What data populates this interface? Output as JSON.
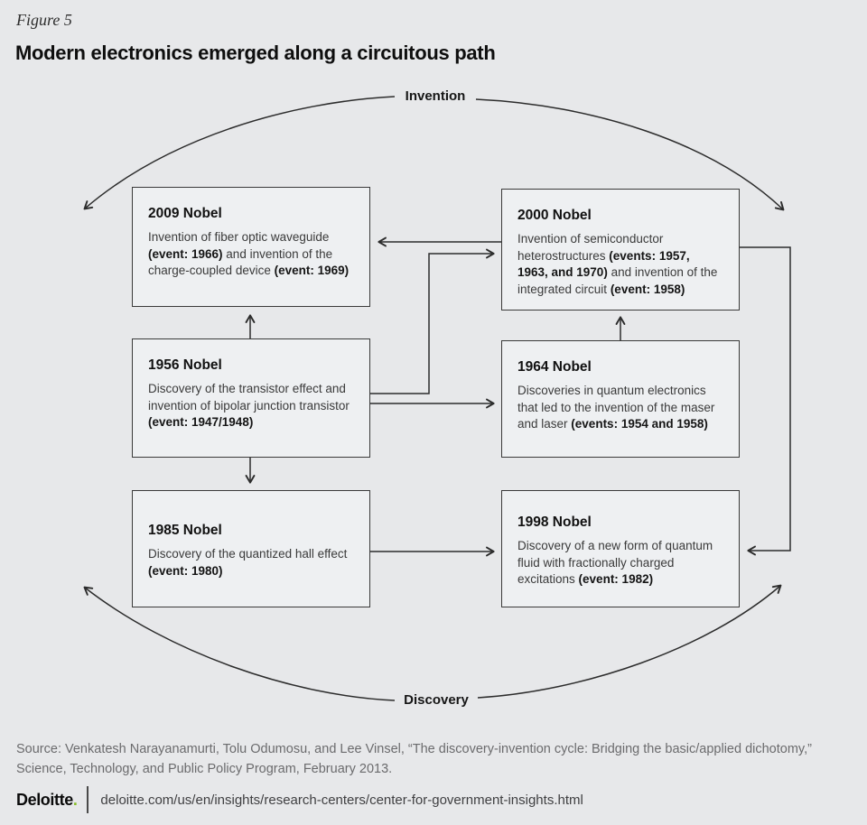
{
  "figure_label": "Figure 5",
  "title": "Modern electronics emerged along a circuitous path",
  "cycle_labels": {
    "top": "Invention",
    "bottom": "Discovery"
  },
  "boxes": [
    {
      "id": "nobel-2009",
      "title": "2009 Nobel",
      "body": [
        {
          "t": "Invention of fiber optic waveguide ",
          "b": false
        },
        {
          "t": "(event: 1966)",
          "b": true
        },
        {
          "t": " and invention of the charge-coupled device ",
          "b": false
        },
        {
          "t": "(event: 1969)",
          "b": true
        }
      ]
    },
    {
      "id": "nobel-2000",
      "title": "2000 Nobel",
      "body": [
        {
          "t": "Invention of semiconductor heterostructures ",
          "b": false
        },
        {
          "t": "(events: 1957, 1963, and 1970)",
          "b": true
        },
        {
          "t": " and invention of the integrated circuit ",
          "b": false
        },
        {
          "t": "(event: 1958)",
          "b": true
        }
      ]
    },
    {
      "id": "nobel-1956",
      "title": "1956 Nobel",
      "body": [
        {
          "t": "Discovery of the transistor effect and invention of bipolar junction transistor ",
          "b": false
        },
        {
          "t": "(event: 1947/1948)",
          "b": true
        }
      ]
    },
    {
      "id": "nobel-1964",
      "title": "1964 Nobel",
      "body": [
        {
          "t": "Discoveries in quantum electronics that led to the invention of the maser and laser ",
          "b": false
        },
        {
          "t": "(events: 1954 and 1958)",
          "b": true
        }
      ]
    },
    {
      "id": "nobel-1985",
      "title": "1985 Nobel",
      "body": [
        {
          "t": "Discovery of the quantized hall effect ",
          "b": false
        },
        {
          "t": "(event: 1980)",
          "b": true
        }
      ]
    },
    {
      "id": "nobel-1998",
      "title": "1998 Nobel",
      "body": [
        {
          "t": "Discovery of a new form of quantum fluid with fractionally charged excitations ",
          "b": false
        },
        {
          "t": "(event: 1982)",
          "b": true
        }
      ]
    }
  ],
  "edges": [
    {
      "from": "2000 Nobel",
      "to": "2009 Nobel"
    },
    {
      "from": "1956 Nobel",
      "to": "2000 Nobel"
    },
    {
      "from": "1956 Nobel",
      "to": "1964 Nobel"
    },
    {
      "from": "1956 Nobel",
      "to": "2009 Nobel"
    },
    {
      "from": "1964 Nobel",
      "to": "2000 Nobel"
    },
    {
      "from": "1956 Nobel",
      "to": "1985 Nobel"
    },
    {
      "from": "1985 Nobel",
      "to": "1998 Nobel"
    },
    {
      "from": "2000 Nobel",
      "to": "1998 Nobel"
    }
  ],
  "source": "Source: Venkatesh Narayanamurti, Tolu Odumosu, and Lee Vinsel, “The discovery-invention cycle: Bridging the basic/applied dichotomy,” Science, Technology, and Public Policy Program, February 2013.",
  "footer": {
    "brand": "Deloitte",
    "brand_dot": ".",
    "url": "deloitte.com/us/en/insights/research-centers/center-for-government-insights.html"
  },
  "colors": {
    "background": "#e7e8ea",
    "box_fill": "#eef0f2",
    "box_border": "#3a3a3a",
    "arrow": "#2c2c2c",
    "brand_green": "#86bc25",
    "source_text": "#6b6b6d"
  }
}
